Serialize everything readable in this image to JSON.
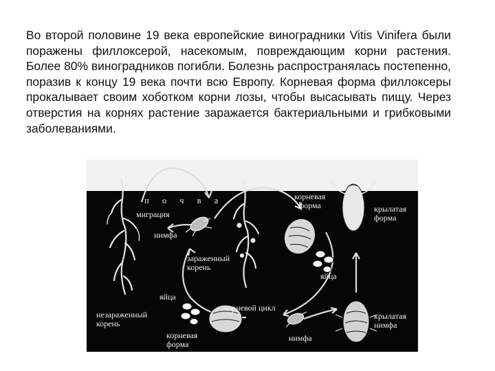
{
  "text": {
    "paragraph": "Во второй половине 19 века европейские виноградники Vitis Vinifera были поражены филлоксерой, насекомым, повреждающим корни растения. Более 80% виноградников погибли. Болезнь распространялась постепенно, поразив к концу 19 века почти всю Европу. Корневая форма филлоксеры прокалывает своим хоботком корни лозы, чтобы высасывать пищу. Через отверстия на корнях растение заражается бактериальными и грибковыми заболеваниями."
  },
  "figure": {
    "labels": {
      "soil": "п о ч в а",
      "migration": "миграция",
      "nymph_top": "нимфа",
      "infected_root": "зараженный\nкорень",
      "root_form_top": "корневая\nформа",
      "winged_form": "крылатая\nформа",
      "eggs_right": "яйца",
      "eggs_left": "яйца",
      "healthy_root": "незараженный\nкорень",
      "root_cycle": "корневой цикл",
      "root_form_bottom": "корневая\nформа",
      "nymph_bottom": "нимфа",
      "winged_nymph": "крылатая\nнимфа"
    }
  }
}
